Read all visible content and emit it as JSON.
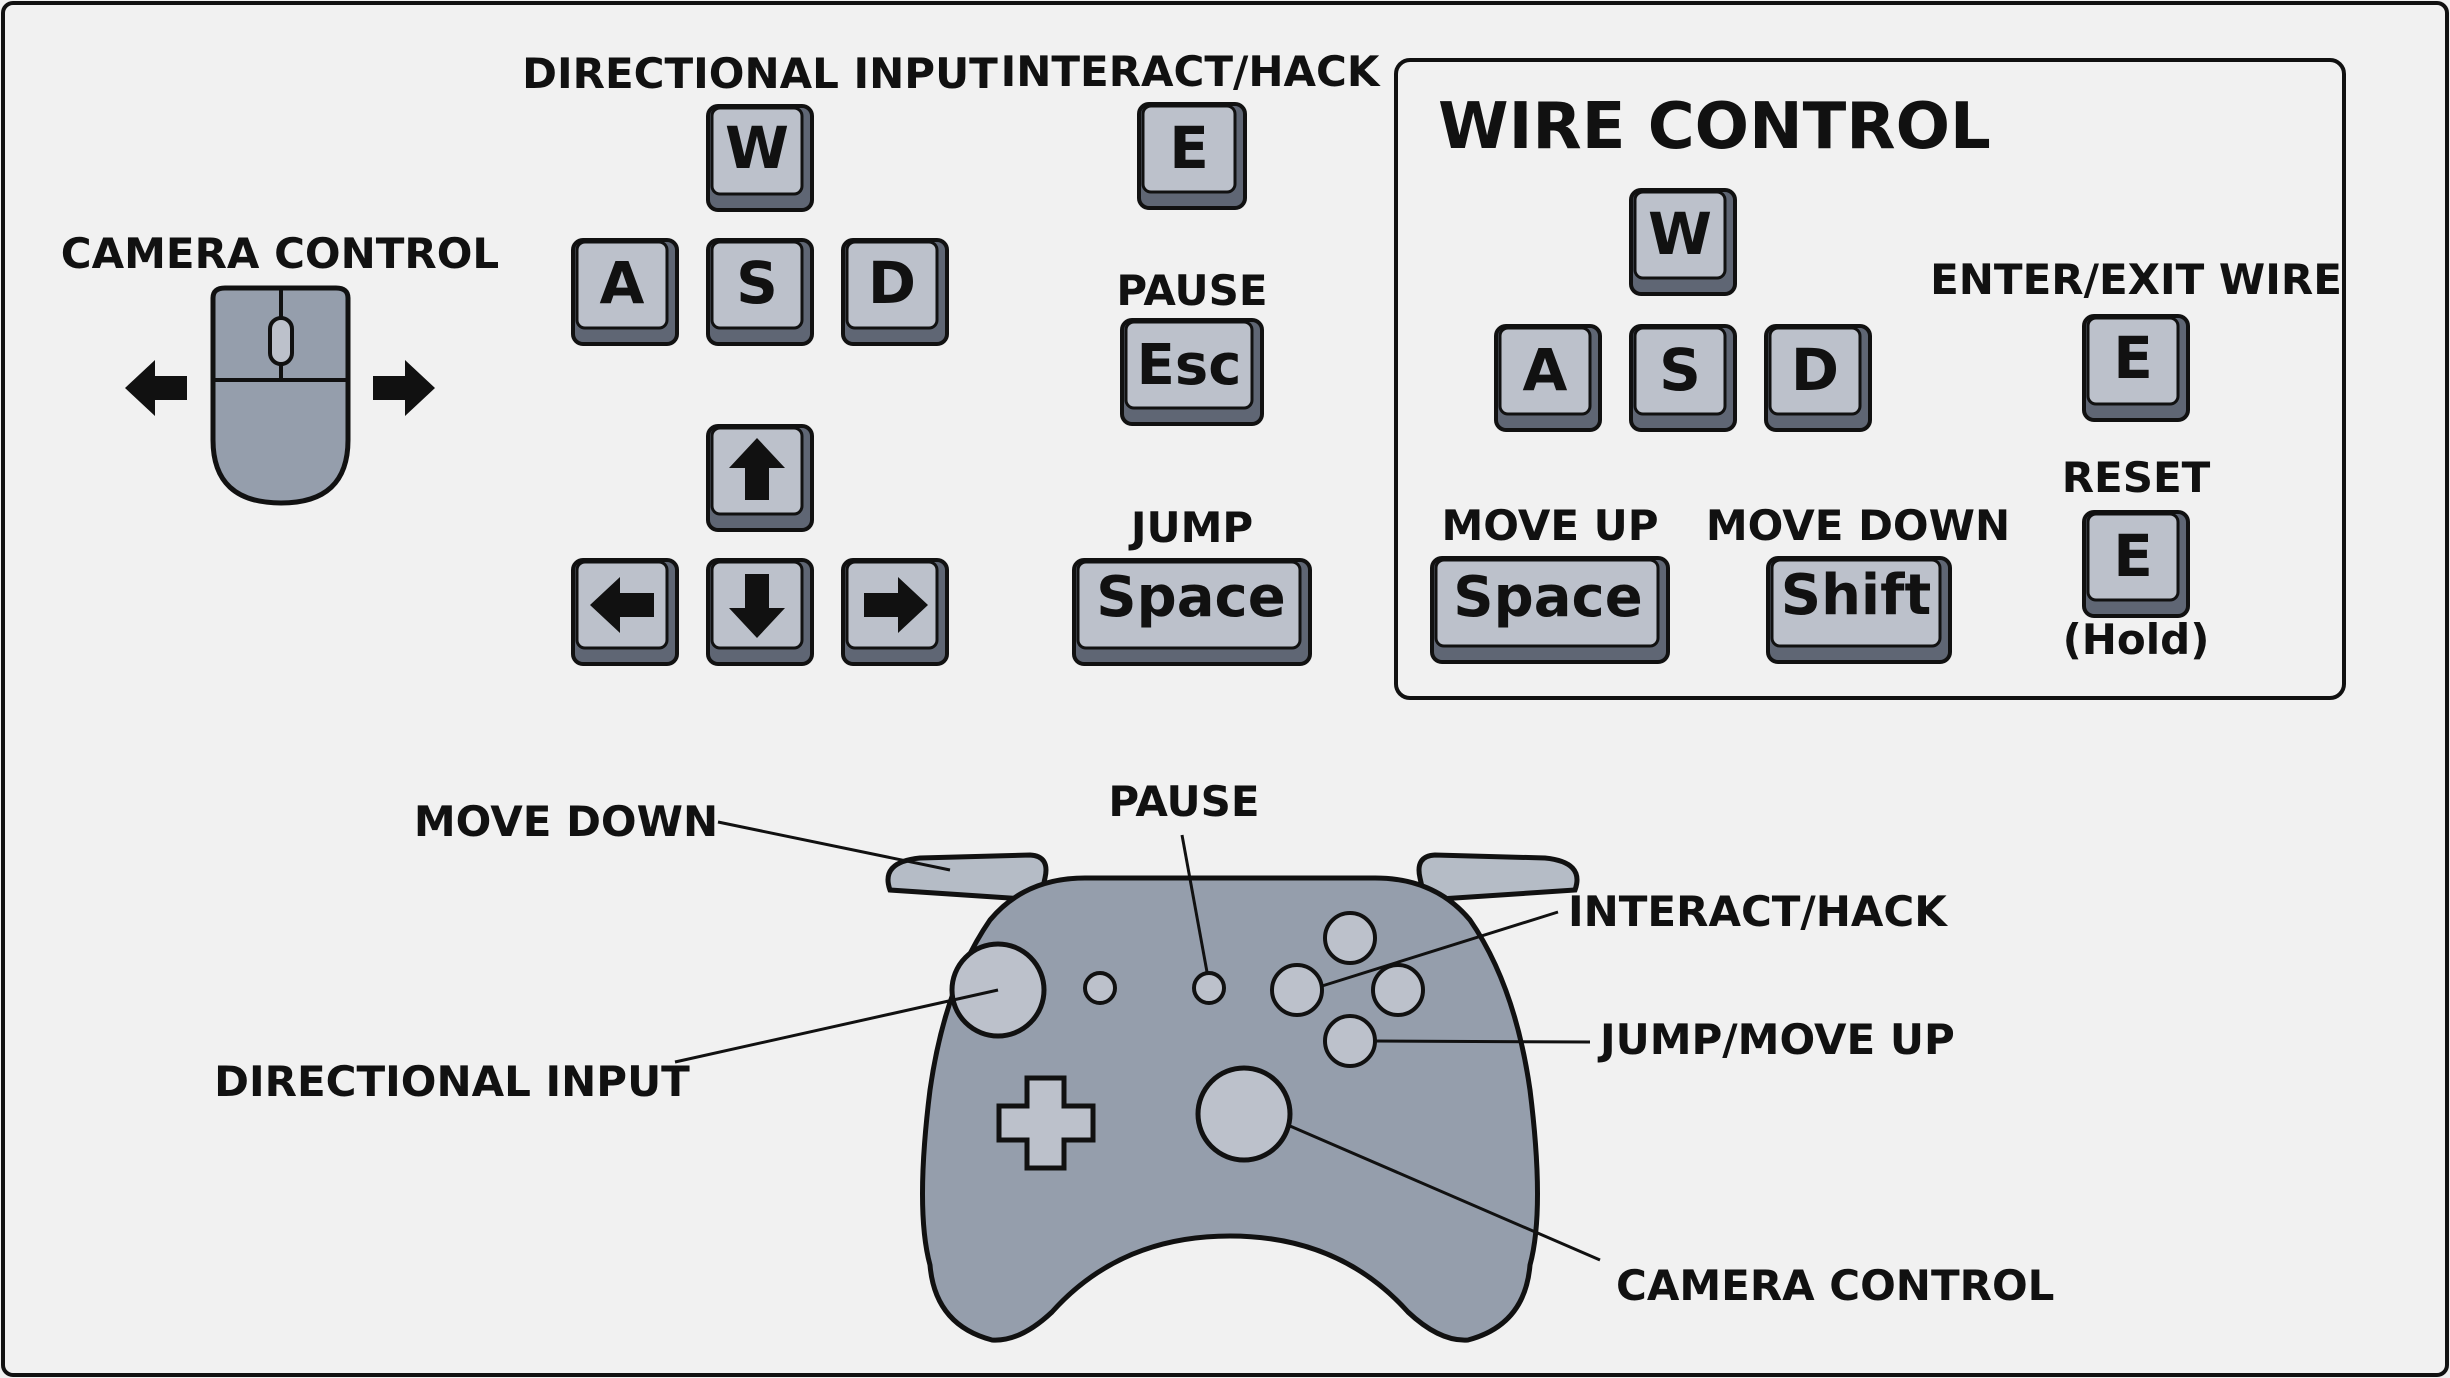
{
  "colors": {
    "background": "#f1f1f1",
    "key_face": "#bcc1cb",
    "key_side": "#5f6674",
    "controller_body": "#959eac",
    "controller_trigger": "#b5bcc6",
    "outline": "#111111"
  },
  "keyboard": {
    "camera_control_label": "CAMERA CONTROL",
    "directional_input_label": "DIRECTIONAL INPUT",
    "interact_label": "INTERACT/HACK",
    "pause_label": "PAUSE",
    "jump_label": "JUMP",
    "keys": {
      "w": "W",
      "a": "A",
      "s": "S",
      "d": "D",
      "e": "E",
      "esc": "Esc",
      "space": "Space"
    },
    "icons": {
      "mouse": "mouse-icon",
      "arrow_left": "arrow-left-icon",
      "arrow_right": "arrow-right-icon",
      "arrow_up": "arrow-up-icon",
      "arrow_down": "arrow-down-icon"
    }
  },
  "wire_control": {
    "title": "WIRE CONTROL",
    "keys": {
      "w": "W",
      "a": "A",
      "s": "S",
      "d": "D"
    },
    "enter_exit_label": "ENTER/EXIT WIRE",
    "enter_exit_key": "E",
    "reset_label": "RESET",
    "reset_key": "E",
    "reset_hold": "(Hold)",
    "move_up_label": "MOVE UP",
    "move_up_key": "Space",
    "move_down_label": "MOVE DOWN",
    "move_down_key": "Shift"
  },
  "gamepad": {
    "icon": "gamepad-icon",
    "move_down_label": "MOVE DOWN",
    "pause_label": "PAUSE",
    "interact_label": "INTERACT/HACK",
    "jump_label": "JUMP/MOVE UP",
    "directional_label": "DIRECTIONAL INPUT",
    "camera_label": "CAMERA CONTROL"
  }
}
